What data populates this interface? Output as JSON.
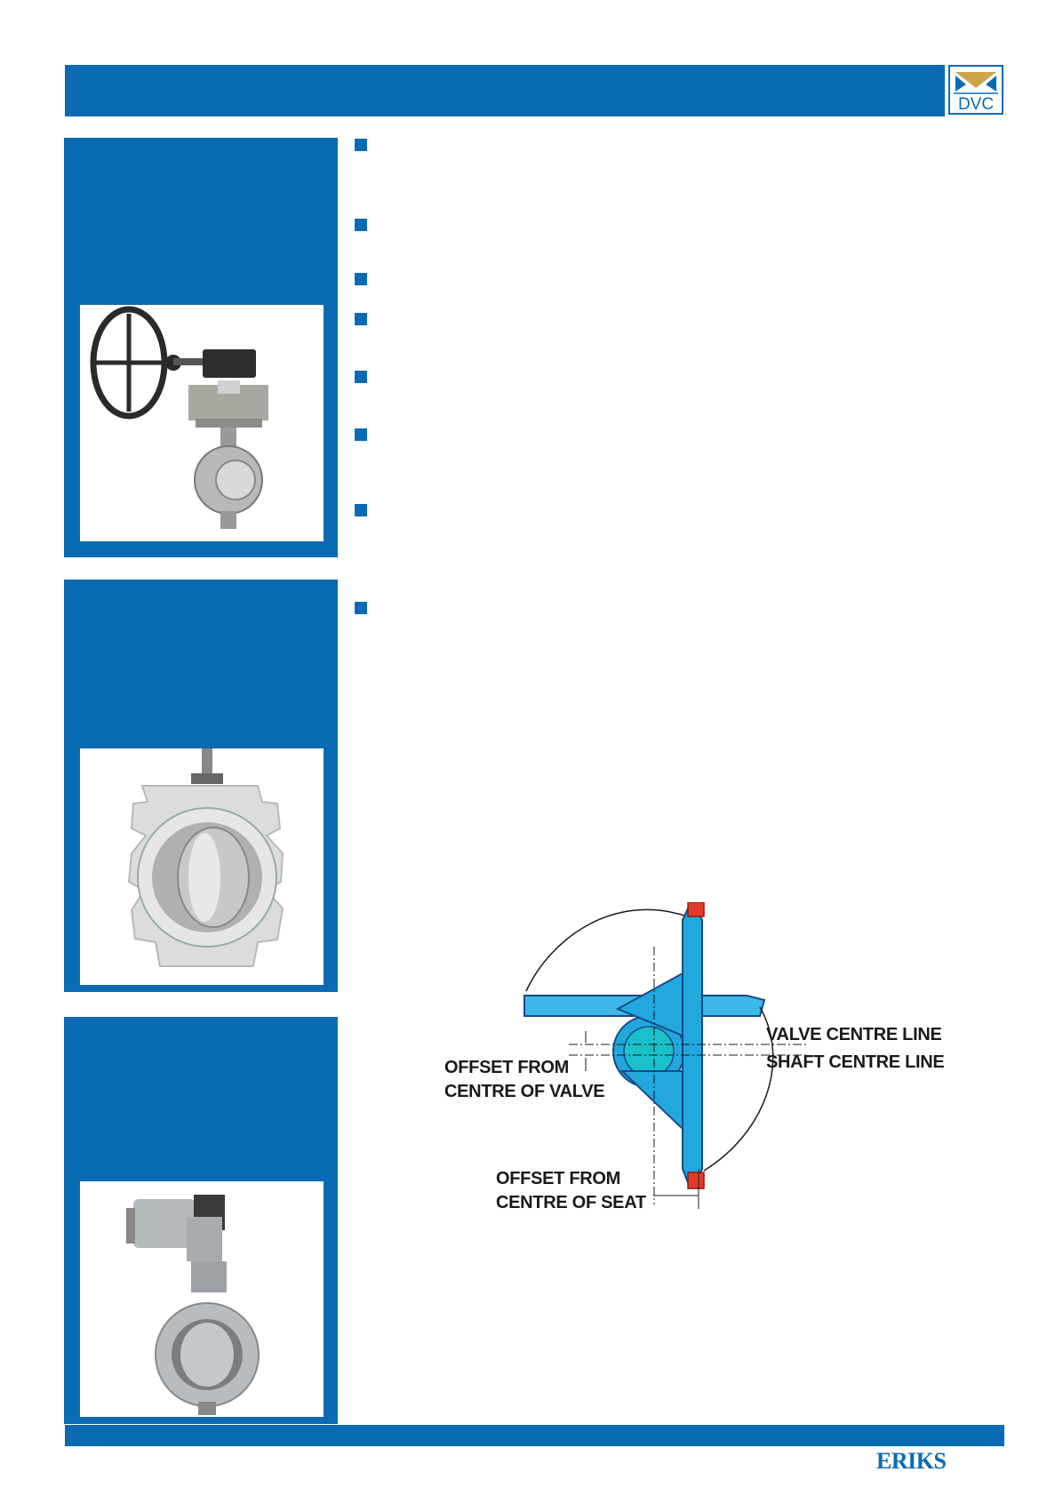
{
  "header": {
    "accent_color": "#0a6bb4",
    "logo_text": "DVC"
  },
  "bullets_section_1": {
    "count": 7
  },
  "bullets_section_2": {
    "count": 1
  },
  "diagram": {
    "labels": {
      "valve_centre_line": "VALVE CENTRE LINE",
      "shaft_centre_line": "SHAFT CENTRE LINE",
      "offset_valve_line1": "OFFSET FROM",
      "offset_valve_line2": "CENTRE OF VALVE",
      "offset_seat_line1": "OFFSET FROM",
      "offset_seat_line2": "CENTRE OF SEAT"
    },
    "colors": {
      "disc": "#3db8e8",
      "seat": "#e03c2c",
      "outline": "#1a4a8a"
    }
  },
  "footer": {
    "brand": "ERIKS"
  },
  "images": [
    {
      "name": "gear-operated-butterfly-valve"
    },
    {
      "name": "lugged-butterfly-valve"
    },
    {
      "name": "actuated-flanged-butterfly-valve"
    }
  ]
}
